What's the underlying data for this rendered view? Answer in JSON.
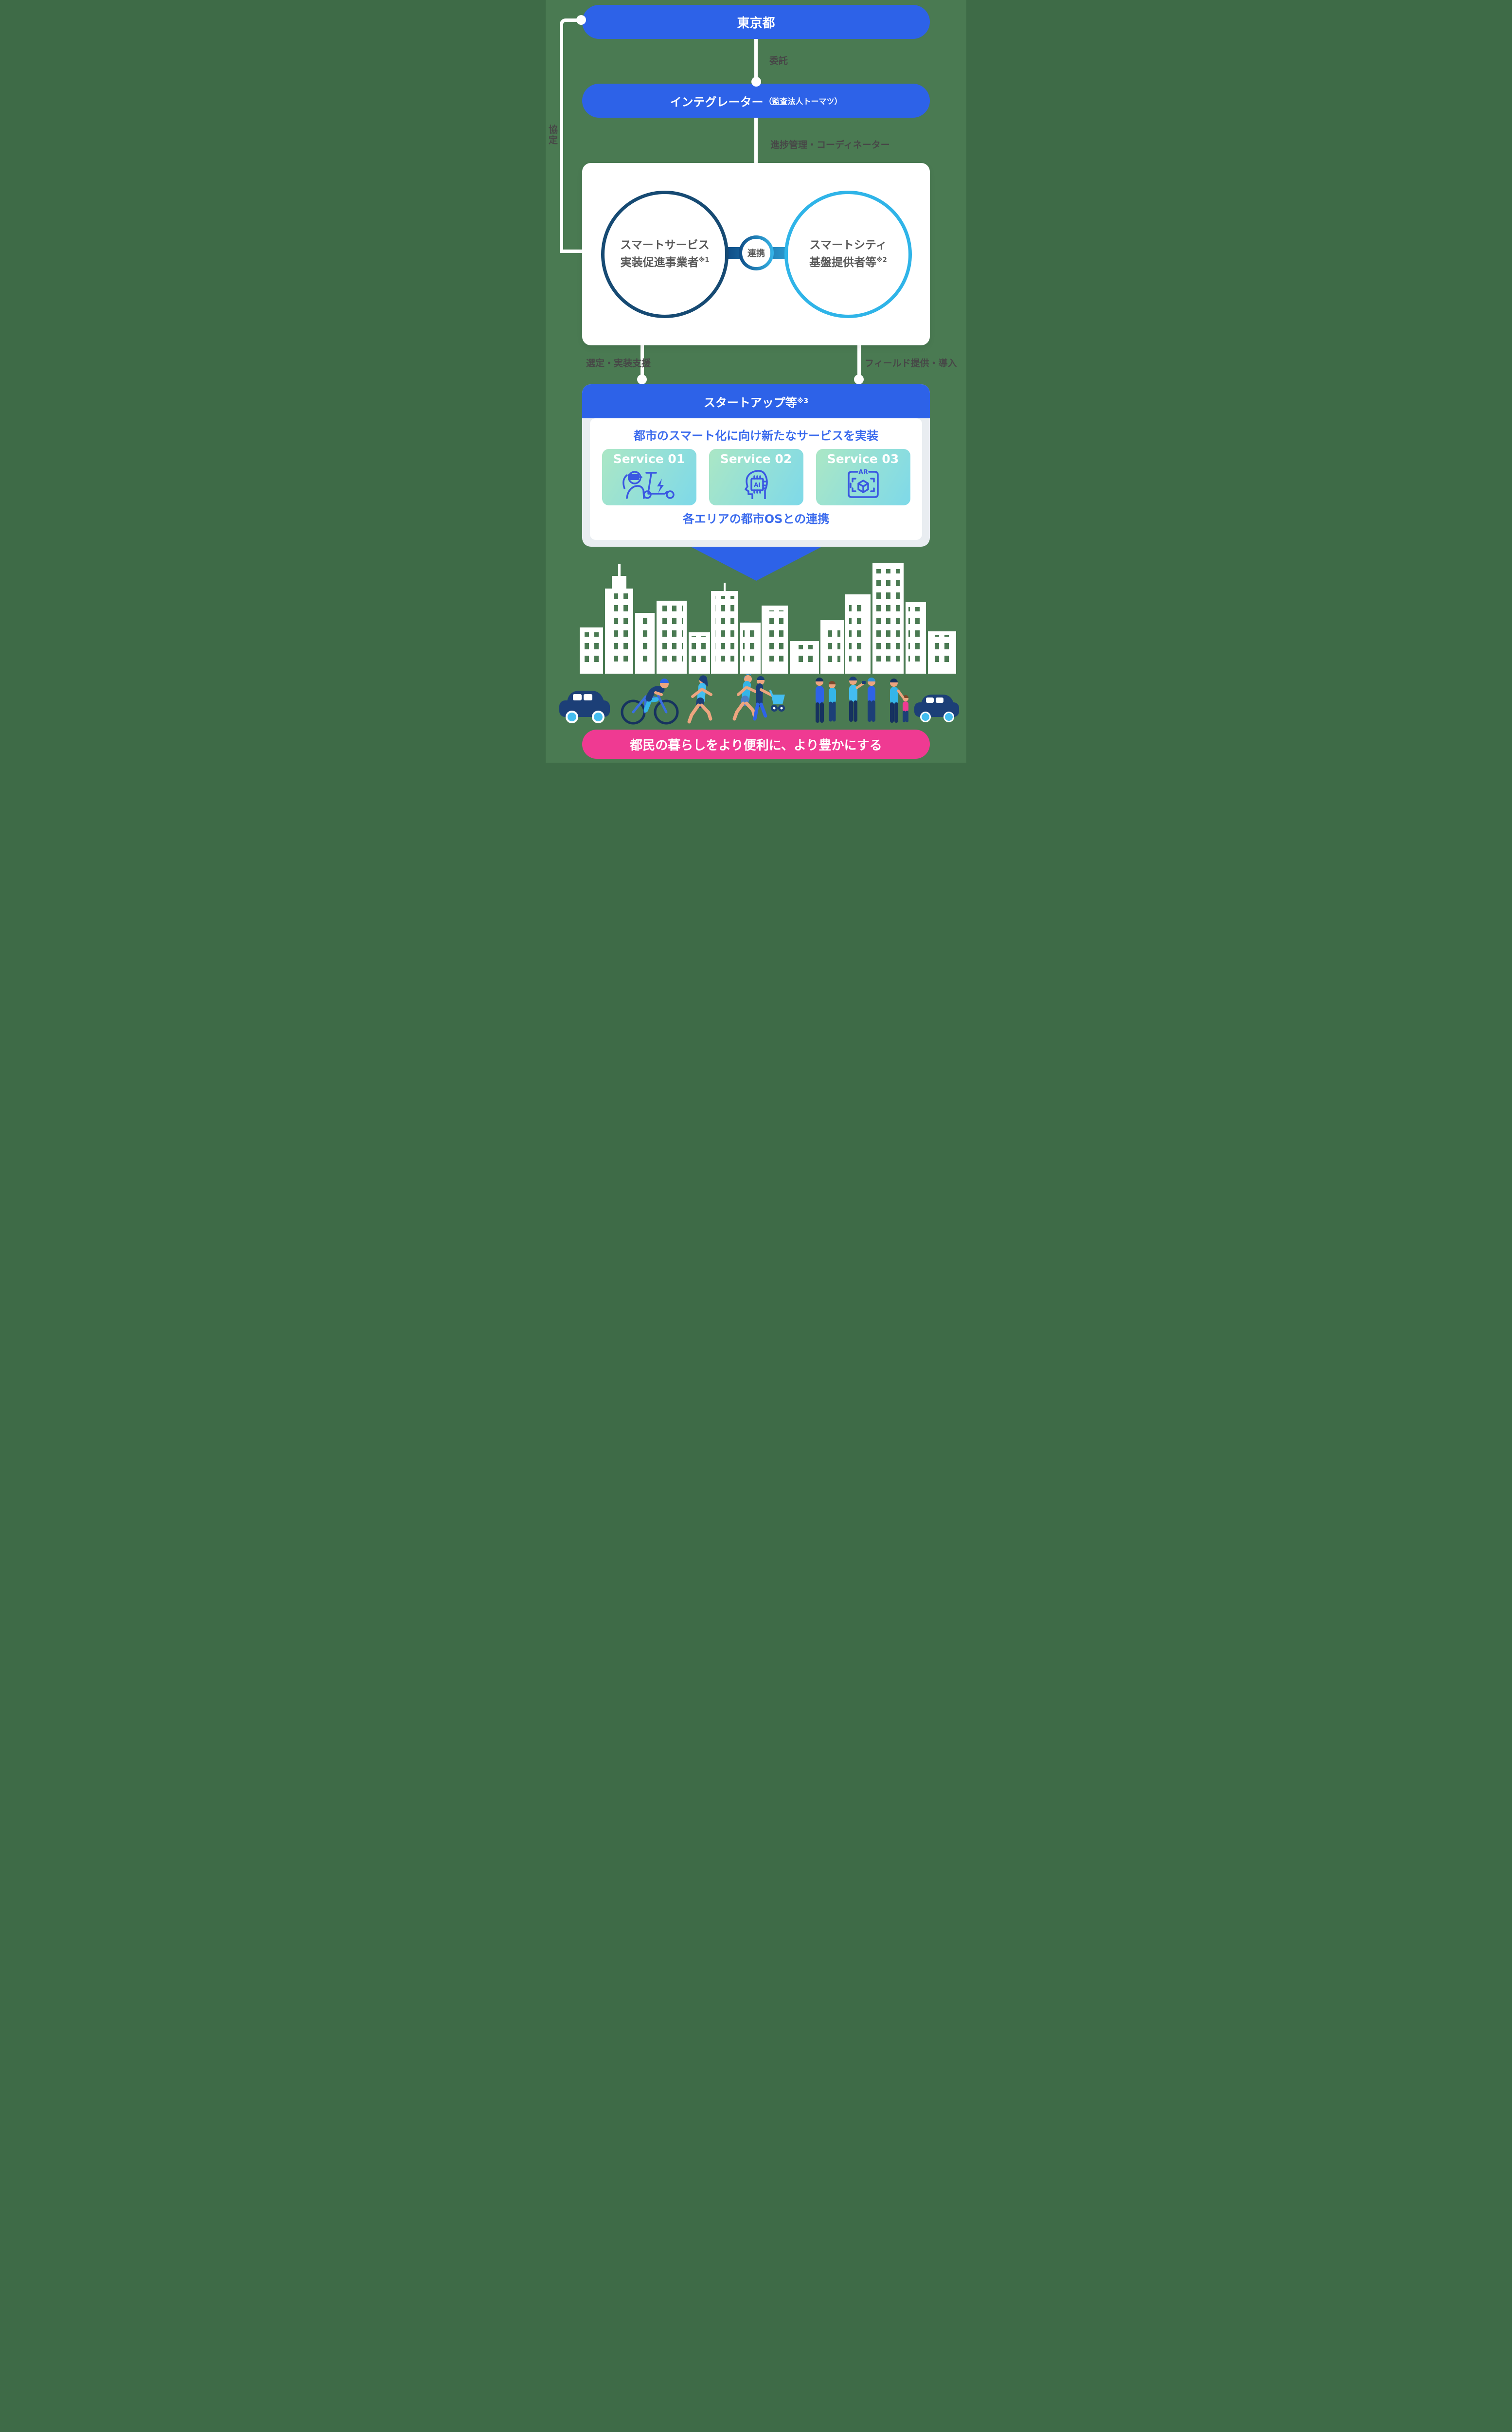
{
  "colors": {
    "background_green": "#4a7a52",
    "pill_blue": "#2d62e8",
    "goal_pink": "#ef3a92",
    "circle_left_border": "#164a73",
    "circle_right_border": "#2fb4e8",
    "edge_label_gray": "#474747",
    "blue_text": "#3b6bed",
    "tile_gradient_start": "#abe7c5",
    "tile_gradient_end": "#7ed9e9",
    "tile_icon_blue": "#3a57e2"
  },
  "flow": {
    "tokyo": {
      "label": "東京都"
    },
    "integrator": {
      "label": "インテグレーター",
      "sublabel": "（監査法人トーマツ）"
    },
    "edges": {
      "consign": "委託",
      "agreement": "協定",
      "progress": "進捗管理・コーディネーター",
      "selection": "選定・実装支援",
      "field": "フィールド提供・導入"
    },
    "partners": {
      "left": {
        "line1": "スマートサービス",
        "line2": "実装促進事業者",
        "note": "※1"
      },
      "link_label": "連携",
      "right": {
        "line1": "スマートシティ",
        "line2": "基盤提供者等",
        "note": "※2"
      }
    },
    "startup": {
      "title": "スタートアップ等",
      "note": "※3",
      "heading": "都市のスマート化に向け新たなサービスを実装",
      "services": [
        {
          "label": "Service 01",
          "icon": "vr-scooter-icon"
        },
        {
          "label": "Service 02",
          "icon": "ai-head-icon",
          "icon_text": "AI"
        },
        {
          "label": "Service 03",
          "icon": "ar-cube-icon",
          "icon_text": "AR"
        }
      ],
      "footer": "各エリアの都市OSとの連携"
    },
    "goal": {
      "label": "都民の暮らしをより便利に、より豊かにする"
    }
  }
}
